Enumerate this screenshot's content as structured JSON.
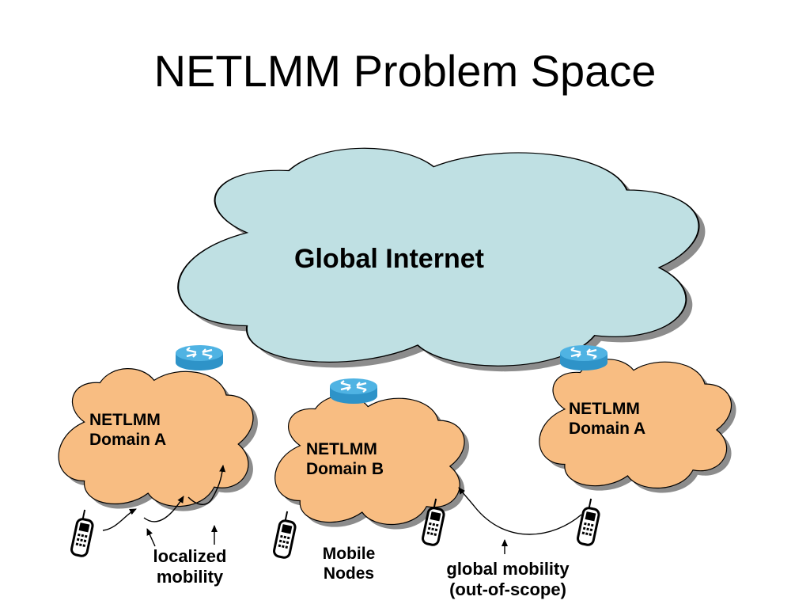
{
  "slide": {
    "title": "NETLMM Problem Space"
  },
  "clouds": {
    "internet": {
      "label": "Global Internet"
    },
    "domain_left": {
      "label_line1": "NETLMM",
      "label_line2": "Domain A"
    },
    "domain_center": {
      "label_line1": "NETLMM",
      "label_line2": "Domain B"
    },
    "domain_right": {
      "label_line1": "NETLMM",
      "label_line2": "Domain A"
    }
  },
  "annotations": {
    "localized": {
      "line1": "localized",
      "line2": "mobility"
    },
    "mobile_nodes": {
      "line1": "Mobile",
      "line2": "Nodes"
    },
    "global": {
      "line1": "global mobility",
      "line2": "(out-of-scope)"
    }
  },
  "colors": {
    "internet_cloud": "#bfe0e3",
    "domain_cloud": "#f8bd82",
    "cloud_outline": "#000000",
    "cloud_shadow": "#8c8c8c",
    "router": "#2e93c8",
    "router_top": "#4fb3e3",
    "phone": "#ffffff"
  },
  "icons": {
    "router": "router-icon",
    "phone": "mobile-phone-icon"
  }
}
